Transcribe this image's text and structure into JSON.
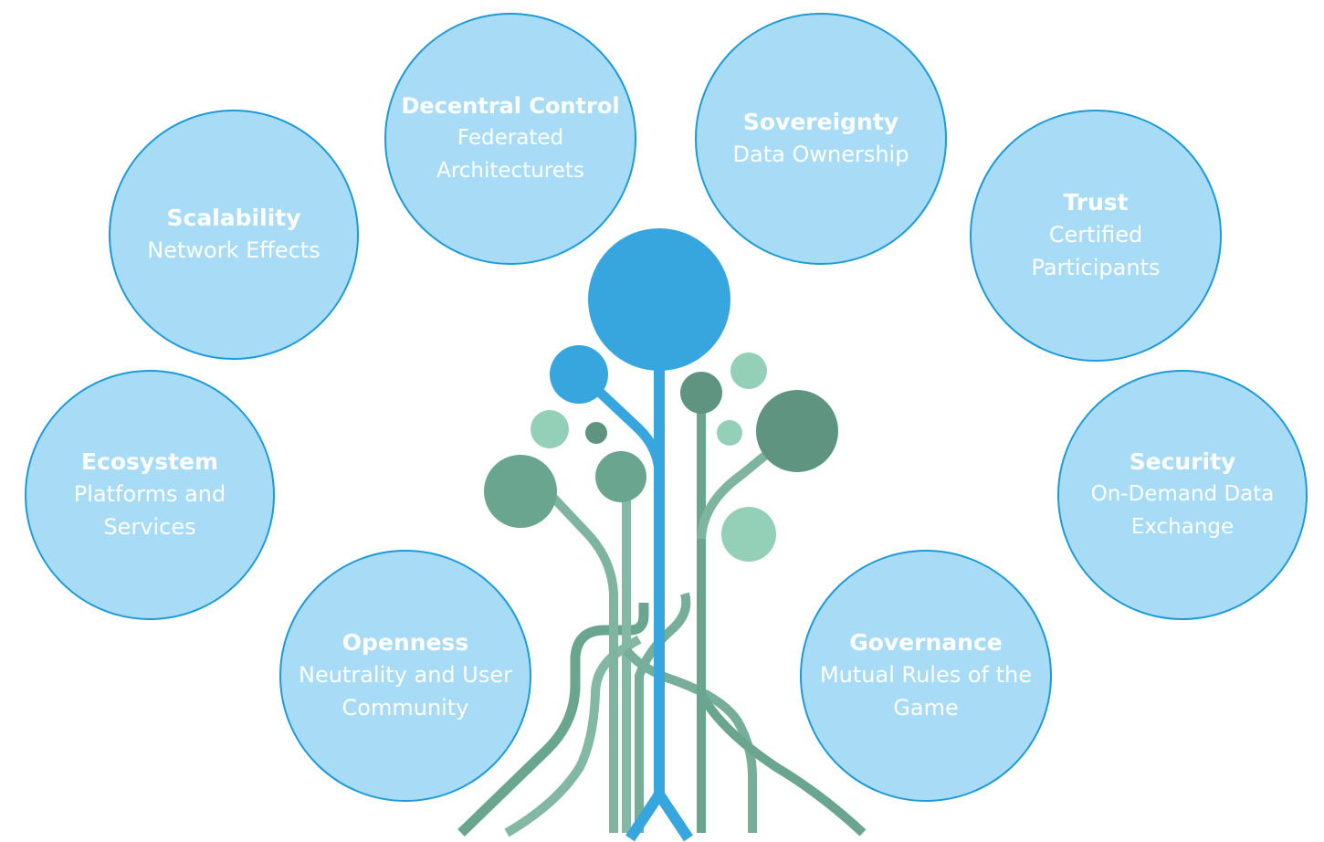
{
  "palette": {
    "bubble_fill": "#a8dcf6",
    "bubble_border": "#1d9ad7",
    "bubble_text": "#ffffff",
    "tree_blue": "#38a6de",
    "tree_green_dark": "#5f9580",
    "tree_green_mid": "#79ad98",
    "tree_green_light": "#94cfb8"
  },
  "bubbles": {
    "scalability": {
      "title": "Scalability",
      "subtitle": "Network Effects"
    },
    "decentral_control": {
      "title": "Decentral Control",
      "subtitle": "Federated Architecturets"
    },
    "sovereignty": {
      "title": "Sovereignty",
      "subtitle": "Data Ownership"
    },
    "trust": {
      "title": "Trust",
      "subtitle": "Certified Participants"
    },
    "ecosystem": {
      "title": "Ecosystem",
      "subtitle": "Platforms and Services"
    },
    "security": {
      "title": "Security",
      "subtitle": "On-Demand Data Exchange"
    },
    "openness": {
      "title": "Openness",
      "subtitle": "Neutrality and User Community"
    },
    "governance": {
      "title": "Governance",
      "subtitle": "Mutual Rules of the Game"
    }
  },
  "center_graphic": {
    "icon": "data-tree-icon"
  }
}
